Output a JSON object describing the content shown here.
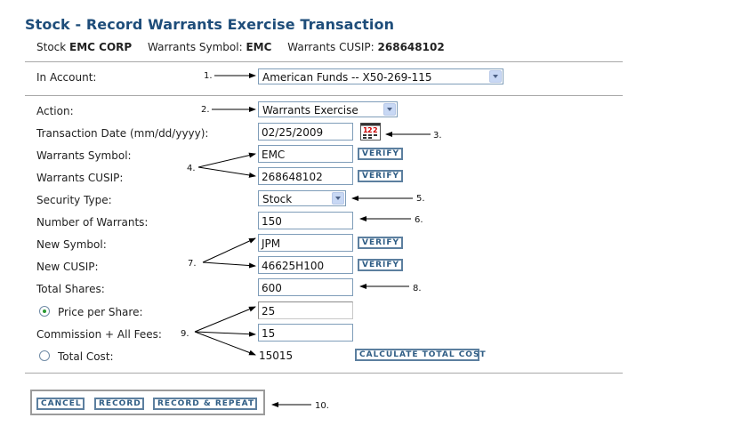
{
  "page": {
    "title": "Stock - Record Warrants Exercise Transaction"
  },
  "info": {
    "stock_label": "Stock",
    "stock_value": "EMC CORP",
    "warrants_symbol_label": "Warrants Symbol:",
    "warrants_symbol_value": "EMC",
    "warrants_cusip_label": "Warrants CUSIP:",
    "warrants_cusip_value": "268648102"
  },
  "form": {
    "account_label": "In Account:",
    "account_value": "American Funds -- X50-269-115",
    "action_label": "Action:",
    "action_value": "Warrants Exercise",
    "date_label": "Transaction Date (mm/dd/yyyy):",
    "date_value": "02/25/2009",
    "wsymbol_label": "Warrants Symbol:",
    "wsymbol_value": "EMC",
    "wcusip_label": "Warrants CUSIP:",
    "wcusip_value": "268648102",
    "security_type_label": "Security Type:",
    "security_type_value": "Stock",
    "num_warrants_label": "Number of Warrants:",
    "num_warrants_value": "150",
    "new_symbol_label": "New Symbol:",
    "new_symbol_value": "JPM",
    "new_cusip_label": "New CUSIP:",
    "new_cusip_value": "46625H100",
    "total_shares_label": "Total Shares:",
    "total_shares_value": "600",
    "price_label": "Price per Share:",
    "price_value": "25",
    "commission_label": "Commission + All Fees:",
    "commission_value": "15",
    "total_cost_label": "Total Cost:",
    "total_cost_value": "15015"
  },
  "buttons": {
    "verify": "VERIFY",
    "calculate": "CALCULATE TOTAL COST",
    "cancel": "CANCEL",
    "record": "RECORD",
    "record_repeat": "RECORD & REPEAT"
  },
  "callouts": {
    "n1": "1.",
    "n2": "2.",
    "n3": "3.",
    "n4": "4.",
    "n5": "5.",
    "n6": "6.",
    "n7": "7.",
    "n8": "8.",
    "n9": "9.",
    "n10": "10."
  },
  "icons": {
    "calendar": "calendar-icon",
    "dropdown": "chevron-down-icon"
  },
  "colors": {
    "title": "#1e4d7a",
    "button_border": "#5c7f9f",
    "button_text": "#2e5c84",
    "radio_selected": "#2a9a33"
  }
}
